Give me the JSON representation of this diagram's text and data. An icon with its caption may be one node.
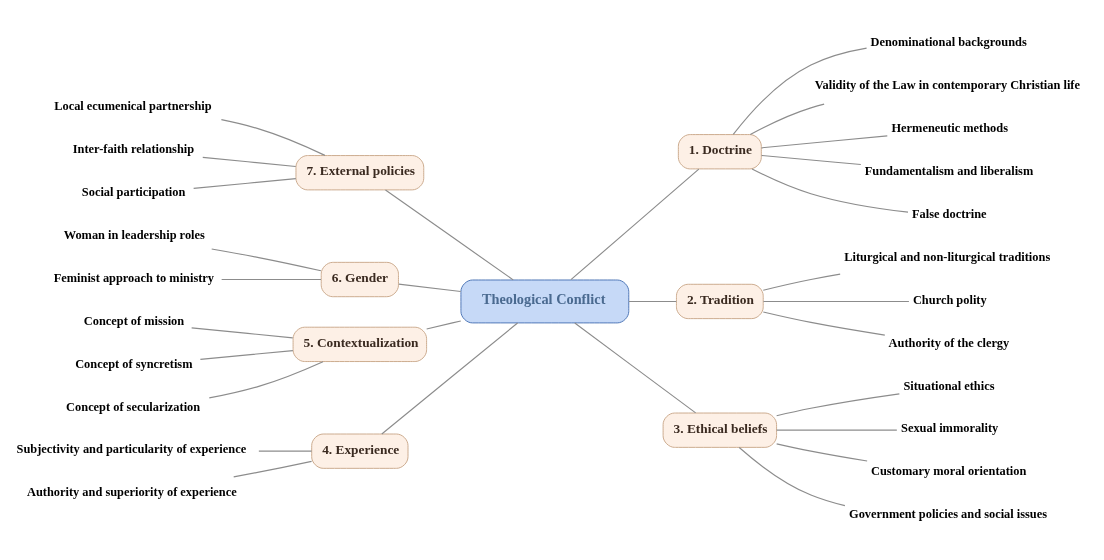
{
  "diagram": {
    "nodes": [
      {
        "text": [
          "Theological Conflict"
        ]
      },
      {
        "text": [
          "1. Doctrine"
        ]
      },
      {
        "text": [
          "Denominational backgrounds"
        ]
      },
      {
        "text": [
          "Validity of the Law in contemporary Christian life"
        ]
      },
      {
        "text": [
          "Hermeneutic methods"
        ]
      },
      {
        "text": [
          "Fundamentalism and liberalism"
        ]
      },
      {
        "text": [
          "False doctrine"
        ]
      },
      {
        "text": [
          "2. Tradition"
        ]
      },
      {
        "text": [
          "Liturgical and non-liturgical traditions"
        ]
      },
      {
        "text": [
          "Church polity"
        ]
      },
      {
        "text": [
          "Authority of the clergy"
        ]
      },
      {
        "text": [
          "3. Ethical beliefs"
        ]
      },
      {
        "text": [
          "Situational ethics"
        ]
      },
      {
        "text": [
          "Sexual immorality"
        ]
      },
      {
        "text": [
          "Customary moral orientation"
        ]
      },
      {
        "text": [
          "Government policies and social issues"
        ]
      },
      {
        "text": [
          "4. Experience"
        ]
      },
      {
        "text": [
          "Subjectivity and particularity of experience"
        ]
      },
      {
        "text": [
          "Authority and superiority of experience"
        ]
      },
      {
        "text": [
          "5. Contextualization"
        ]
      },
      {
        "text": [
          "Concept of mission"
        ]
      },
      {
        "text": [
          "Concept of syncretism"
        ]
      },
      {
        "text": [
          "Concept of secularization"
        ]
      },
      {
        "text": [
          "6. Gender"
        ]
      },
      {
        "text": [
          "Woman in leadership roles"
        ]
      },
      {
        "text": [
          "Feminist approach to ministry"
        ]
      },
      {
        "text": [
          "7. External policies"
        ]
      },
      {
        "text": [
          "Local ecumenical partnership"
        ]
      },
      {
        "text": [
          "Inter-faith relationship"
        ]
      },
      {
        "text": [
          "Social participation"
        ]
      }
    ],
    "edges": [
      {
        "from": 0,
        "to": 1,
        "arrow": "none"
      },
      {
        "from": 1,
        "to": 2,
        "arrow": "none"
      },
      {
        "from": 1,
        "to": 3,
        "arrow": "none"
      },
      {
        "from": 1,
        "to": 4,
        "arrow": "none"
      },
      {
        "from": 1,
        "to": 5,
        "arrow": "none"
      },
      {
        "from": 1,
        "to": 6,
        "arrow": "none"
      },
      {
        "from": 0,
        "to": 7,
        "arrow": "none"
      },
      {
        "from": 7,
        "to": 8,
        "arrow": "none"
      },
      {
        "from": 7,
        "to": 9,
        "arrow": "none"
      },
      {
        "from": 7,
        "to": 10,
        "arrow": "none"
      },
      {
        "from": 0,
        "to": 11,
        "arrow": "none"
      },
      {
        "from": 11,
        "to": 12,
        "arrow": "none"
      },
      {
        "from": 11,
        "to": 13,
        "arrow": "none"
      },
      {
        "from": 11,
        "to": 14,
        "arrow": "none"
      },
      {
        "from": 11,
        "to": 15,
        "arrow": "none"
      },
      {
        "from": 0,
        "to": 16,
        "arrow": "none"
      },
      {
        "from": 16,
        "to": 17,
        "arrow": "none"
      },
      {
        "from": 16,
        "to": 18,
        "arrow": "none"
      },
      {
        "from": 0,
        "to": 19,
        "arrow": "none"
      },
      {
        "from": 19,
        "to": 20,
        "arrow": "none"
      },
      {
        "from": 19,
        "to": 21,
        "arrow": "none"
      },
      {
        "from": 19,
        "to": 22,
        "arrow": "none"
      },
      {
        "from": 0,
        "to": 23,
        "arrow": "none"
      },
      {
        "from": 23,
        "to": 24,
        "arrow": "none"
      },
      {
        "from": 23,
        "to": 25,
        "arrow": "none"
      },
      {
        "from": 0,
        "to": 26,
        "arrow": "none"
      },
      {
        "from": 26,
        "to": 27,
        "arrow": "none"
      },
      {
        "from": 26,
        "to": 28,
        "arrow": "none"
      },
      {
        "from": 26,
        "to": 29,
        "arrow": "none"
      }
    ]
  }
}
